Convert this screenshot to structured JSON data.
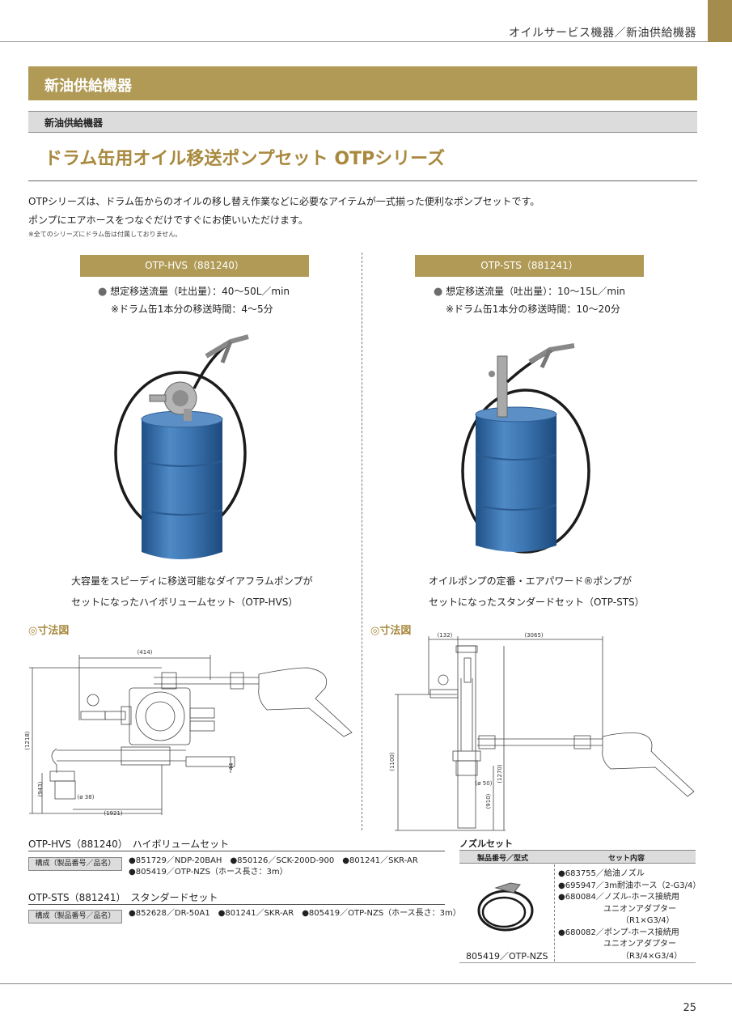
{
  "header": {
    "section": "オイルサービス機器／新油供給機器"
  },
  "band": {
    "title": "新油供給機器",
    "subtitle": "新油供給機器"
  },
  "main_title": "ドラム缶用オイル移送ポンプセット OTPシリーズ",
  "intro": {
    "line1": "OTPシリーズは、ドラム缶からのオイルの移し替え作業などに必要なアイテムが一式揃った便利なポンプセットです。",
    "line2": "ポンプにエアホースをつなぐだけですぐにお使いいただけます。",
    "note": "※全てのシリーズにドラム缶は付属しておりません。"
  },
  "products": [
    {
      "name": "OTP-HVS（881240）",
      "spec": "想定移送流量（吐出量）：40〜50L／min",
      "spec_note": "※ドラム缶1本分の移送時間：4〜5分",
      "desc1": "大容量をスピーディに移送可能なダイアフラムポンプが",
      "desc2": "セットになったハイボリュームセット（OTP-HVS）",
      "dim_title": "◎寸法図",
      "dims": {
        "w": "(414)",
        "h": "(1218)",
        "h2": "(943)",
        "d": "(ø 38)",
        "l": "(1921)",
        "t": "44"
      }
    },
    {
      "name": "OTP-STS（881241）",
      "spec": "想定移送流量（吐出量）：10〜15L／min",
      "spec_note": "※ドラム缶1本分の移送時間：10〜20分",
      "desc1": "オイルポンプの定番・エアパワード®ポンプが",
      "desc2": "セットになったスタンダードセット（OTP-STS）",
      "dim_title": "◎寸法図",
      "dims": {
        "a": "(132)",
        "b": "(3065)",
        "h": "(1100)",
        "h2": "(1270)",
        "d": "(ø 50)",
        "h3": "(910)"
      }
    }
  ],
  "colors": {
    "gold": "#b09a56",
    "gold_text": "#a8893e",
    "drum_blue": "#3f79b4"
  },
  "sets": [
    {
      "code": "OTP-HVS（881240）",
      "name": "ハイボリュームセット",
      "label": "構成（製品番号／品名）",
      "items1": "●851729／NDP-20BAH　●850126／SCK-200D-900　●801241／SKR-AR",
      "items2": "●805419／OTP-NZS（ホース長さ：3m）"
    },
    {
      "code": "OTP-STS（881241）",
      "name": "スタンダードセット",
      "label": "構成（製品番号／品名）",
      "items1": "●852628／DR-50A1　●801241／SKR-AR　●805419／OTP-NZS（ホース長さ：3m）"
    }
  ],
  "nozzle_set": {
    "title": "ノズルセット",
    "col1": "製品番号／型式",
    "col2": "セット内容",
    "code": "805419／OTP-NZS",
    "items": [
      "●683755／給油ノズル",
      "●695947／3m耐油ホース（2-G3/4）",
      "●680084／ノズル-ホース接続用",
      "ユニオンアダプター",
      "（R1×G3/4）",
      "●680082／ポンプ-ホース接続用",
      "ユニオンアダプター",
      "（R3/4×G3/4）"
    ]
  },
  "page_number": "25"
}
